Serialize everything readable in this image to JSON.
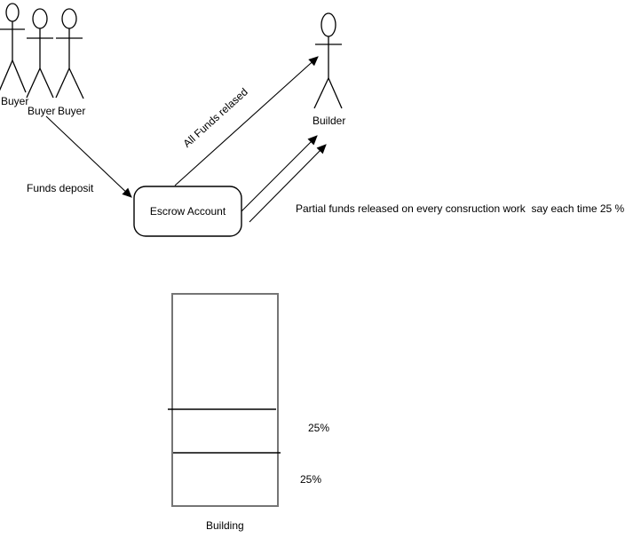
{
  "actors": {
    "buyer1": "Buyer",
    "buyer2": "Buyer",
    "buyer3": "Buyer",
    "builder": "Builder"
  },
  "escrow": {
    "label": "Escrow Account"
  },
  "edges": {
    "funds_deposit": "Funds deposit",
    "all_funds_released": "All Funds relased",
    "partial_funds": "Partial funds released on every consruction work  say each time 25 %"
  },
  "building": {
    "label": "Building",
    "floor_percent_top": "25%",
    "floor_percent_bottom": "25%"
  },
  "colors": {
    "line": "#000000",
    "building_border": "#757575",
    "background": "#ffffff"
  }
}
